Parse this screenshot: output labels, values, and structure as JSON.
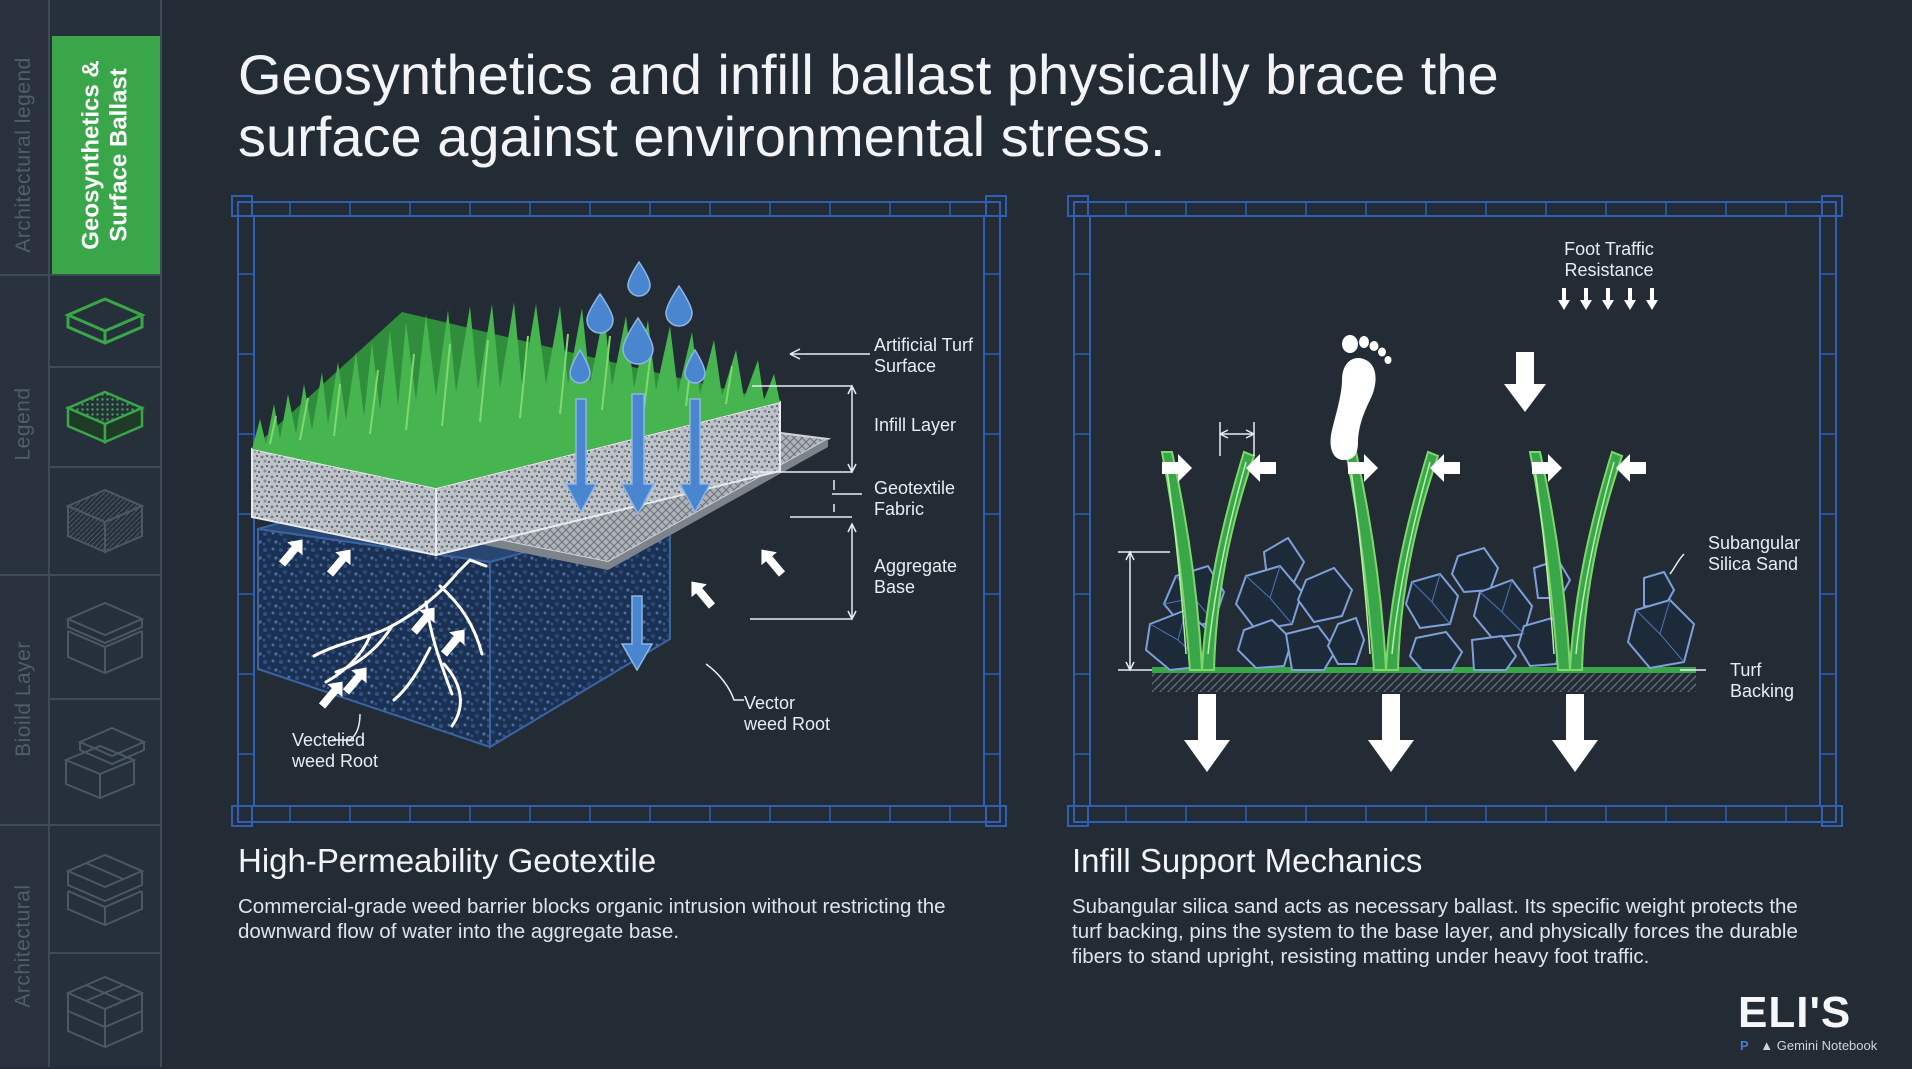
{
  "sidebar": {
    "labels": [
      "Architectural legend",
      "Legend",
      "Bioild Layer",
      "Architectural"
    ],
    "active_tab": [
      "Geosynthetics &",
      "Surface Ballast"
    ],
    "thumb_icons": [
      "solid-slab-icon",
      "mesh-slab-icon",
      "hatched-slab-icon",
      "layered-slab-icon",
      "stacked-slab-icon",
      "split-slab-icon",
      "grid-slab-icon"
    ]
  },
  "title": {
    "line1": "Geosynthetics and infill ballast physically brace the",
    "line2": "surface against environmental stress."
  },
  "left_panel": {
    "labels": {
      "turf": [
        "Artificial Turf",
        "Surface"
      ],
      "infill": "Infill Layer",
      "geotextile": [
        "Geotextile",
        "Fabric"
      ],
      "aggregate": [
        "Aggregate",
        "Base"
      ],
      "vector_root": [
        "Vector",
        "weed Root"
      ],
      "vectelied_root": [
        "Vectelied",
        "weed Root"
      ]
    },
    "heading": "High-Permeability Geotextile",
    "description": [
      "Commercial-grade weed barrier blocks organic intrusion without restricting the",
      "downward flow of water into the aggregate base."
    ]
  },
  "right_panel": {
    "labels": {
      "foot_traffic": [
        "Foot Traffic",
        "Resistance"
      ],
      "silica": [
        "Subangular",
        "Silica Sand"
      ],
      "backing": [
        "Turf",
        "Backing"
      ]
    },
    "heading": "Infill Support Mechanics",
    "description": [
      "Subangular silica sand acts as necessary ballast. Its specific weight protects the",
      "turf backing, pins the system to the base layer, and physically forces the durable",
      "fibers to stand upright, resisting matting under heavy foot traffic."
    ]
  },
  "logo": {
    "brand": "ELI'S",
    "prefix": "P",
    "sub": "Gemini Notebook"
  },
  "colors": {
    "background": "#232b35",
    "accent_green": "#3aa64a",
    "water_blue": "#4a86cf",
    "blueprint_blue": "#2e5fb5"
  }
}
